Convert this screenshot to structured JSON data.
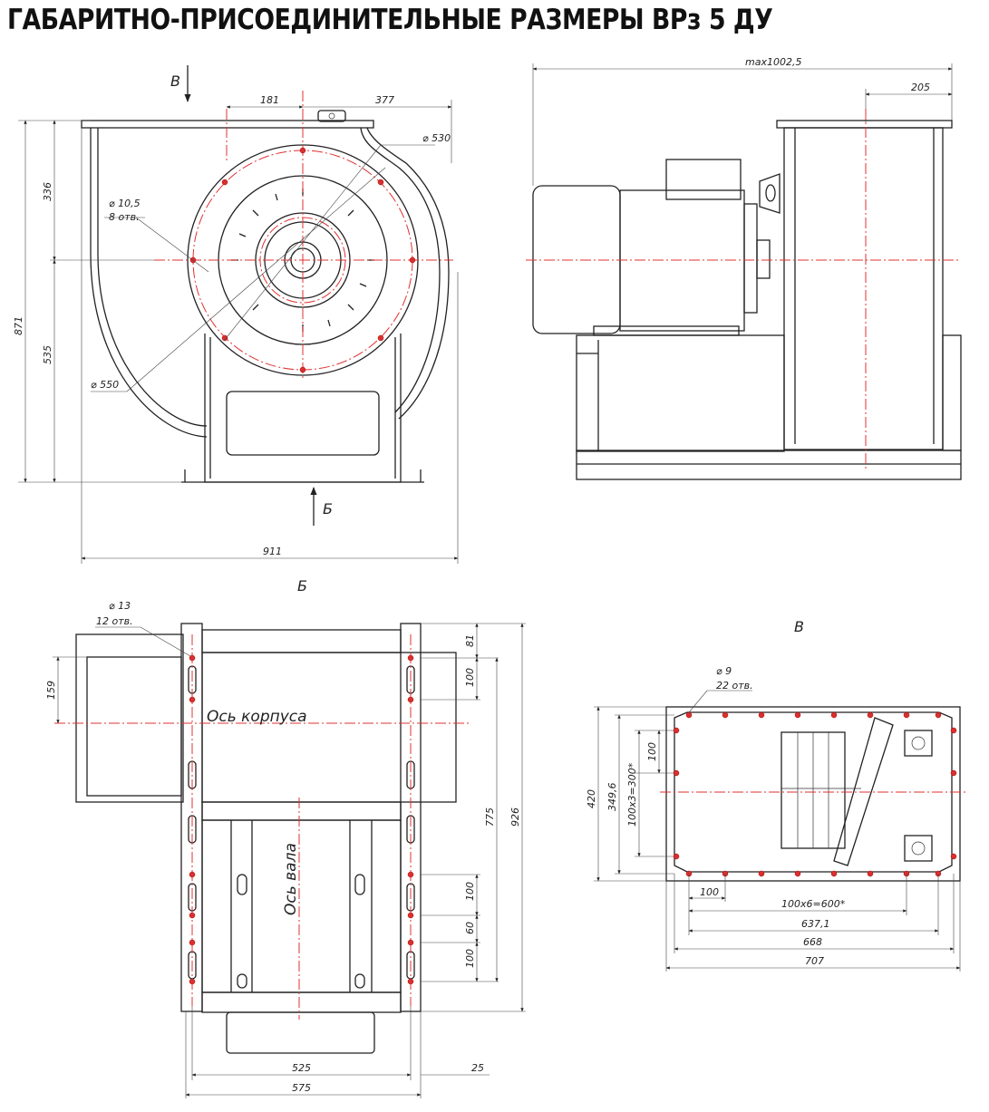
{
  "title": "ГАБАРИТНО-ПРИСОЕДИНИТЕЛЬНЫЕ РАЗМЕРЫ ВРз 5 ДУ",
  "front_view": {
    "view_b_label": "В",
    "view_bb_label": "Б",
    "dim_181": "181",
    "dim_377": "377",
    "dim_336": "336",
    "dim_535": "535",
    "dim_871": "871",
    "dim_911": "911",
    "hole_d": "⌀ 10,5",
    "hole_count": "8 отв.",
    "d_530": "⌀ 530",
    "d_550": "⌀ 550"
  },
  "side_view": {
    "dim_max": "max1002,5",
    "dim_205": "205"
  },
  "bottom_view": {
    "view_label": "Б",
    "hole_d": "⌀ 13",
    "hole_count": "12 отв.",
    "axis_body": "Ось корпуса",
    "axis_shaft": "Ось вала",
    "dim_159": "159",
    "dim_81": "81",
    "dim_100a": "100",
    "dim_775": "775",
    "dim_926": "926",
    "dim_100b": "100",
    "dim_60": "60",
    "dim_100c": "100",
    "dim_525": "525",
    "dim_575": "575",
    "dim_25": "25"
  },
  "outlet_view": {
    "view_label": "В",
    "hole_d": "⌀ 9",
    "hole_count": "22 отв.",
    "dim_100v": "100",
    "dim_420": "420",
    "dim_349": "349,6",
    "dim_100x3": "100х3=300*",
    "dim_100h": "100",
    "dim_100x6": "100х6=600*",
    "dim_637": "637,1",
    "dim_668": "668",
    "dim_707": "707"
  },
  "colors": {
    "centerline": "#e03030",
    "holes": "#d93030",
    "lines": "#222222"
  }
}
